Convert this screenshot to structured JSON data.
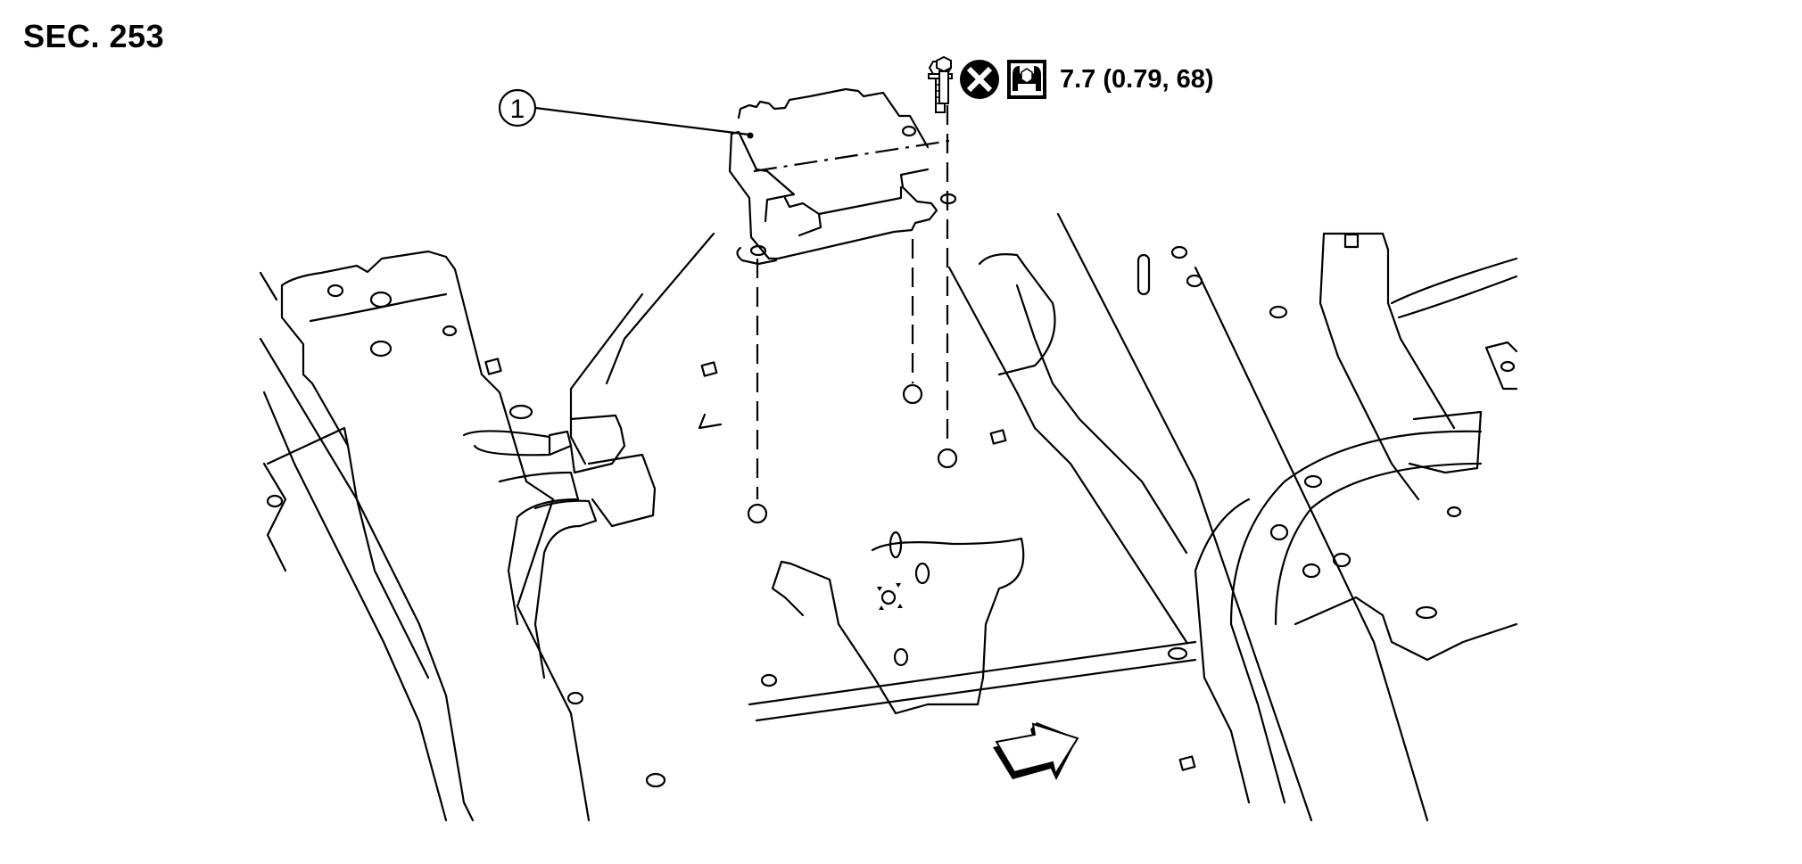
{
  "header": {
    "section": "SEC. 253"
  },
  "torque_spec": {
    "value": "7.7 (0.79, 68)",
    "icons": [
      "bolt-icon",
      "do-not-reuse-icon",
      "torque-wrench-icon"
    ]
  },
  "callouts": [
    {
      "number": "1"
    }
  ],
  "colors": {
    "ink": "#000000",
    "paper": "#ffffff"
  },
  "direction_arrow": {
    "icon": "front-direction-arrow-icon"
  }
}
